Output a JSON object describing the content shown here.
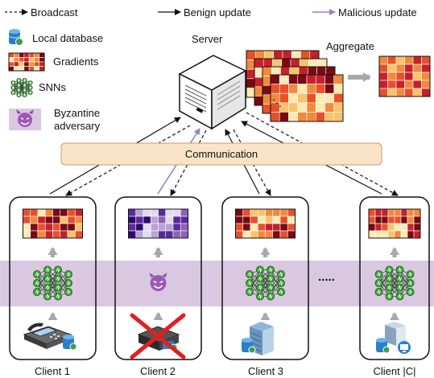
{
  "legend": {
    "broadcast": "Broadcast",
    "benign_update": "Benign update",
    "malicious_update": "Malicious update",
    "local_database": "Local database",
    "gradients": "Gradients",
    "snns": "SNNs",
    "byzantine_line1": "Byzantine",
    "byzantine_line2": "adversary"
  },
  "server": {
    "label": "Server"
  },
  "aggregate": {
    "label": "Aggregate"
  },
  "communication": {
    "label": "Communication"
  },
  "ellipsis": ".....",
  "clients": [
    {
      "label": "Client 1",
      "type": "benign",
      "device": "telephone"
    },
    {
      "label": "Client 2",
      "type": "byzantine",
      "device": "crossed-out"
    },
    {
      "label": "Client 3",
      "type": "benign",
      "device": "server-rack"
    },
    {
      "label": "Client |C|",
      "type": "benign",
      "device": "desktop"
    }
  ],
  "colors": {
    "benign_arrow": "#111111",
    "malicious_arrow": "#a07cc0",
    "snn_band": "#d9c8e0",
    "communication_fill": "#fbe3c8",
    "communication_stroke": "#c89870",
    "neuron_fill": "#33a02c",
    "gradient_palette": [
      "#7a0a12",
      "#c8202a",
      "#e8502a",
      "#f08a3c",
      "#f9c26b",
      "#fde9b2"
    ],
    "malicious_palette": [
      "#2e0a6e",
      "#5b2a9a",
      "#8b63b8",
      "#b7a3d6",
      "#e2d9ef"
    ]
  }
}
